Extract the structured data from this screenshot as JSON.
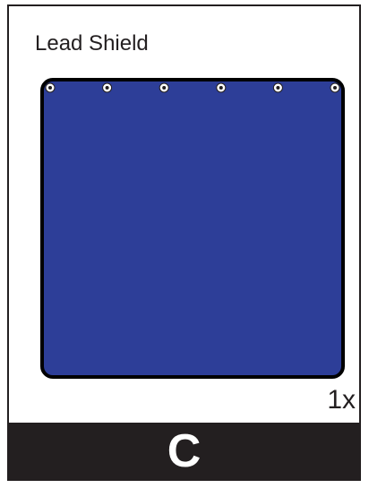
{
  "card": {
    "title": "Lead Shield",
    "quantity": "1x",
    "category": "C"
  },
  "item": {
    "icon": "lead-shield-icon",
    "grommet_count": 6,
    "colors": {
      "shield_fill": "#2d3e98",
      "outline": "#000000",
      "grommet": "#ffffff",
      "footer": "#231f20",
      "text": "#231f20"
    }
  }
}
